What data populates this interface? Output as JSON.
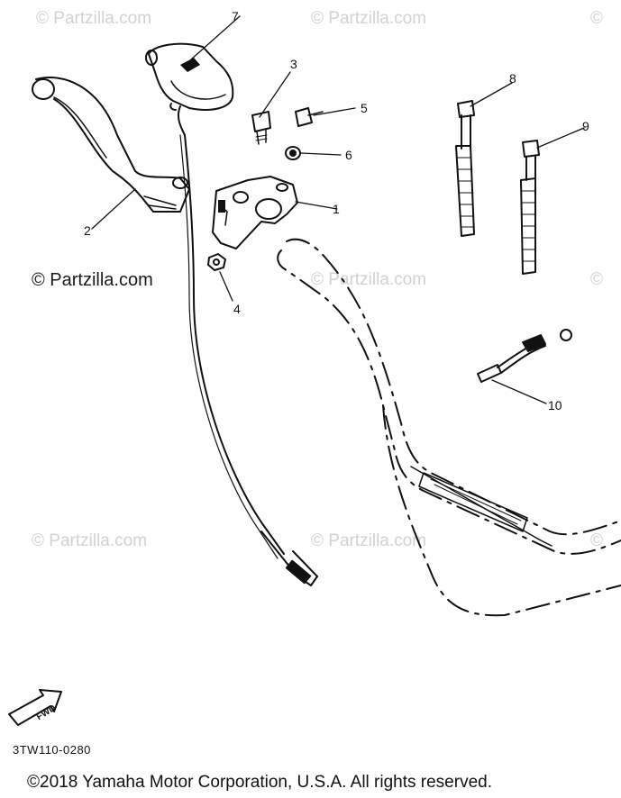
{
  "watermarks": {
    "text": "© Partzilla.com",
    "main": "© Partzilla.com",
    "partial_right": "©"
  },
  "callouts": [
    {
      "id": "1",
      "label": "1"
    },
    {
      "id": "2",
      "label": "2"
    },
    {
      "id": "3",
      "label": "3"
    },
    {
      "id": "4",
      "label": "4"
    },
    {
      "id": "5",
      "label": "5"
    },
    {
      "id": "6",
      "label": "6"
    },
    {
      "id": "7",
      "label": "7"
    },
    {
      "id": "8",
      "label": "8"
    },
    {
      "id": "9",
      "label": "9"
    },
    {
      "id": "10",
      "label": "10"
    }
  ],
  "fwd_label": "FWD",
  "diagram_code": "3TW110-0280",
  "copyright": "©2018  Yamaha Motor Corporation, U.S.A. All rights reserved."
}
